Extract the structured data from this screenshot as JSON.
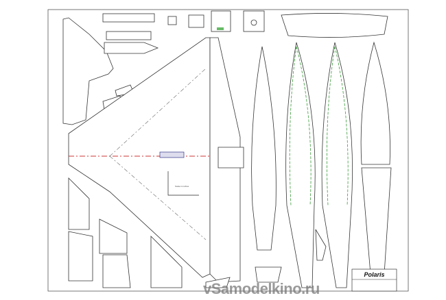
{
  "title_block": {
    "brand": "Polaris"
  },
  "scale_label": "Scale in inches",
  "watermark": "vSamodelkino.ru",
  "colors": {
    "outline": "#333333",
    "centerline": "#cc3333",
    "fold_lines": "#3a9a3a"
  }
}
